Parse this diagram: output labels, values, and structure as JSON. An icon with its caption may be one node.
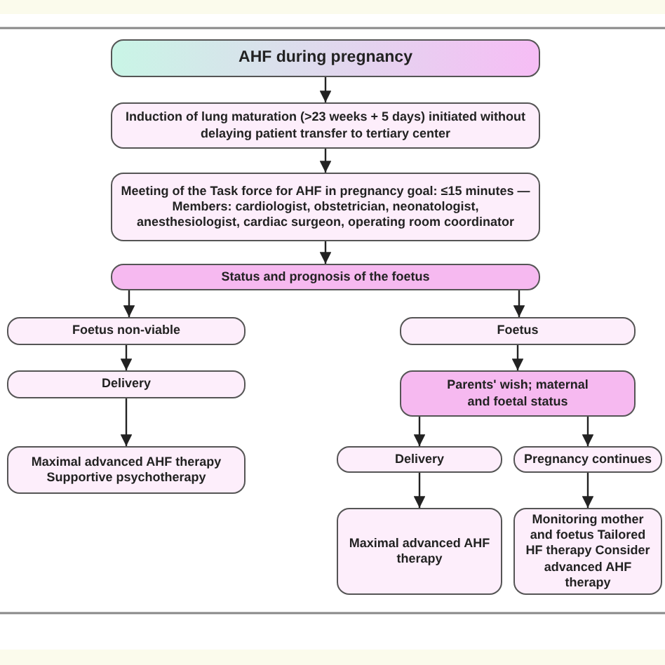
{
  "diagram": {
    "nodes": [
      {
        "text": [
          "AHF during pregnancy"
        ]
      },
      {
        "text": [
          "Induction of lung maturation (>23 weeks + 5 days) initiated without delaying patient transfer to tertiary center"
        ]
      },
      {
        "text": [
          "Meeting of the Task force for AHF in pregnancy goal: ≤15 minutes —Members: cardiologist, obstetrician, neonatologist, anesthesiologist, cardiac surgeon, operating room coordinator"
        ]
      },
      {
        "text": [
          "Status and prognosis of the foetus"
        ]
      },
      {
        "text": [
          "Foetus non-viable"
        ]
      },
      {
        "text": [
          "Foetus"
        ]
      },
      {
        "text": [
          "Delivery"
        ]
      },
      {
        "text": [
          "Parents' wish; maternal and foetal status"
        ]
      },
      {
        "text": [
          "Maximal advanced AHF therapy Supportive psychotherapy"
        ]
      },
      {
        "text": [
          "Delivery"
        ]
      },
      {
        "text": [
          "Pregnancy continues"
        ]
      },
      {
        "text": [
          "Maximal advanced AHF therapy"
        ]
      },
      {
        "text": [
          "Monitoring mother and foetus Tailored HF therapy Consider advanced AHF therapy"
        ]
      }
    ],
    "edges": [
      {
        "from": 0,
        "to": 1,
        "arrow": "to"
      },
      {
        "from": 1,
        "to": 2,
        "arrow": "to"
      },
      {
        "from": 2,
        "to": 3,
        "arrow": "to"
      },
      {
        "from": 3,
        "to": 4,
        "arrow": "to"
      },
      {
        "from": 3,
        "to": 5,
        "arrow": "to"
      },
      {
        "from": 4,
        "to": 6,
        "arrow": "to"
      },
      {
        "from": 5,
        "to": 7,
        "arrow": "to"
      },
      {
        "from": 6,
        "to": 8,
        "arrow": "to"
      },
      {
        "from": 7,
        "to": 9,
        "arrow": "to"
      },
      {
        "from": 7,
        "to": 10,
        "arrow": "to"
      },
      {
        "from": 9,
        "to": 11,
        "arrow": "to"
      },
      {
        "from": 10,
        "to": 12,
        "arrow": "to"
      }
    ]
  }
}
